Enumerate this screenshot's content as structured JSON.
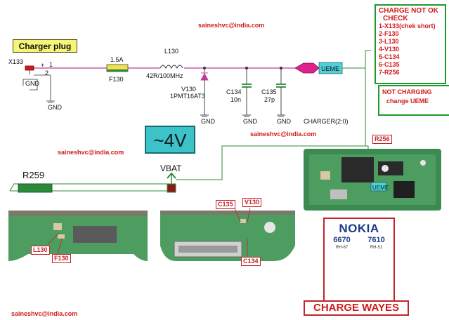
{
  "watermarks": [
    "saineshvc@india.com",
    "saineshvc@india.com",
    "saineshvc@india.com",
    "saineshvc@india.com"
  ],
  "schematic": {
    "charger_plug": "Charger plug",
    "x133": "X133",
    "pin_plus": "+",
    "pin_1": "1",
    "pin_2": "2",
    "gnd": "GND",
    "fuse_rating": "1.5A",
    "fuse_ref": "F130",
    "inductor_ref": "L130",
    "inductor_value": "42R/100MHz",
    "diode_ref": "V130",
    "diode_part": "1PMT16AT3",
    "c134_ref": "C134",
    "c134_value": "10n",
    "c135_ref": "C135",
    "c135_value": "27p",
    "charger_net": "CHARGER(2:0)",
    "ueme": "UEME",
    "voltage": "~4V",
    "vbat": "VBAT",
    "r259": "R259"
  },
  "check_box": {
    "title_1": "CHARGE NOT OK",
    "title_2": "CHECK",
    "items": [
      "1-X133(chek short)",
      "2-F130",
      "3-L130",
      "4-V130",
      "5-C134",
      "6-C135",
      "7-R256"
    ]
  },
  "not_charging": {
    "line_1": "NOT CHARGING",
    "line_2": "change UEME"
  },
  "pcb_labels": {
    "r256": "R256",
    "ueme": "UEME",
    "c135": "C135",
    "v130": "V130",
    "c134": "C134",
    "l130": "L130",
    "f130": "F130"
  },
  "brand": {
    "name": "NOKIA",
    "model_1": "6670",
    "model_2": "7610",
    "code_1": "RH-67",
    "code_2": "RH-51"
  },
  "footer": {
    "charge_wayes": "CHARGE WAYES"
  },
  "colors": {
    "wire": "#c03a9a",
    "green_wire": "#2e8a3a",
    "label_red": "#d11a1a",
    "pcb_green": "#3c8a52",
    "ueme_box": "#4fd0d6"
  }
}
